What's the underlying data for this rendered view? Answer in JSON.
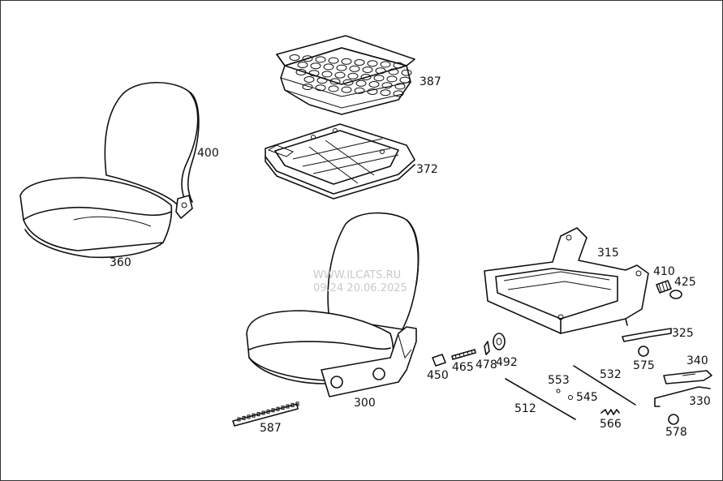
{
  "watermark": {
    "line1": "WWW.ILCATS.RU",
    "line2": "09.24 20.06.2025"
  },
  "parts": {
    "p387": "387",
    "p372": "372",
    "p400": "400",
    "p360": "360",
    "p315": "315",
    "p410": "410",
    "p425": "425",
    "p325": "325",
    "p575": "575",
    "p340": "340",
    "p330": "330",
    "p578": "578",
    "p300": "300",
    "p450": "450",
    "p465": "465",
    "p478": "478",
    "p492": "492",
    "p553": "553",
    "p532": "532",
    "p545": "545",
    "p512": "512",
    "p566": "566",
    "p587": "587"
  }
}
